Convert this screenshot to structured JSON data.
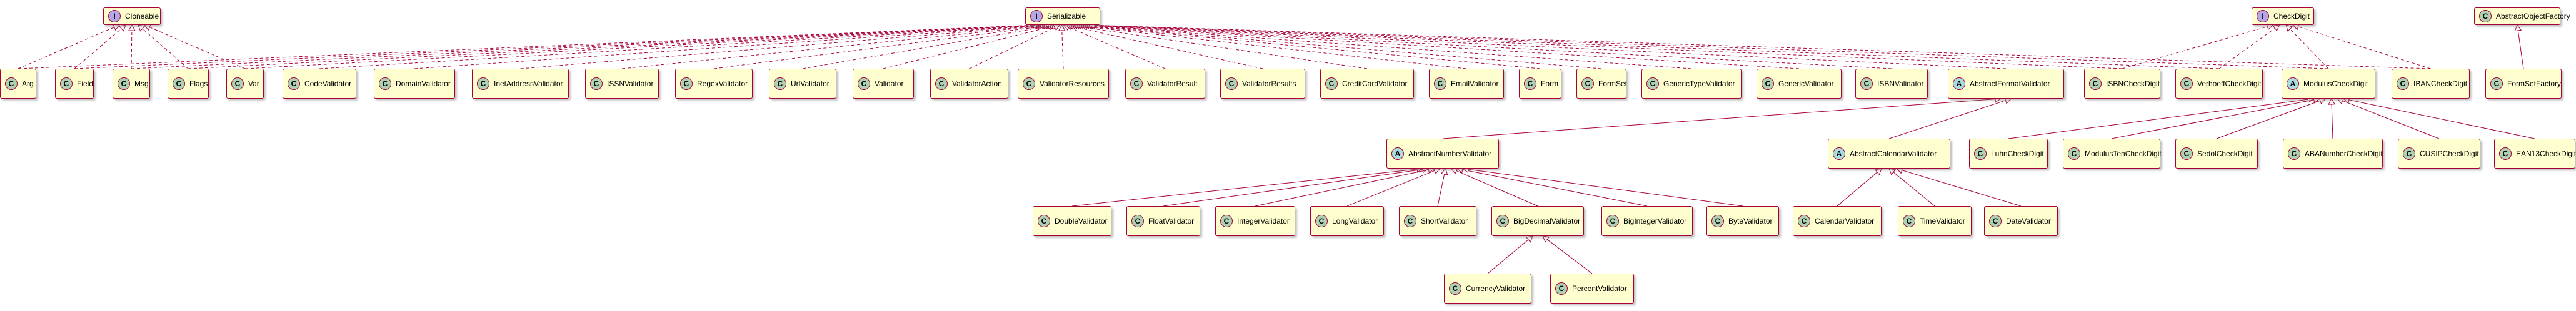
{
  "diagram": {
    "type": "UML class diagram",
    "colors": {
      "node_fill": "#fefece",
      "border": "#a80036",
      "class_badge": "#add1b2",
      "abstract_badge": "#a9dcdf",
      "interface_badge": "#b4a7e5",
      "edge": "#a80036"
    },
    "nodes": [
      {
        "id": "Cloneable",
        "kind": "I",
        "label": "Cloneable"
      },
      {
        "id": "Serializable",
        "kind": "I",
        "label": "Serializable"
      },
      {
        "id": "CheckDigit",
        "kind": "I",
        "label": "CheckDigit"
      },
      {
        "id": "AbstractObjectFactory",
        "kind": "C",
        "label": "AbstractObjectFactory"
      },
      {
        "id": "Arg",
        "kind": "C",
        "label": "Arg"
      },
      {
        "id": "Field",
        "kind": "C",
        "label": "Field"
      },
      {
        "id": "Msg",
        "kind": "C",
        "label": "Msg"
      },
      {
        "id": "Flags",
        "kind": "C",
        "label": "Flags"
      },
      {
        "id": "Var",
        "kind": "C",
        "label": "Var"
      },
      {
        "id": "CodeValidator",
        "kind": "C",
        "label": "CodeValidator"
      },
      {
        "id": "DomainValidator",
        "kind": "C",
        "label": "DomainValidator"
      },
      {
        "id": "InetAddressValidator",
        "kind": "C",
        "label": "InetAddressValidator"
      },
      {
        "id": "ISSNValidator",
        "kind": "C",
        "label": "ISSNValidator"
      },
      {
        "id": "RegexValidator",
        "kind": "C",
        "label": "RegexValidator"
      },
      {
        "id": "UrlValidator",
        "kind": "C",
        "label": "UrlValidator"
      },
      {
        "id": "Validator",
        "kind": "C",
        "label": "Validator"
      },
      {
        "id": "ValidatorAction",
        "kind": "C",
        "label": "ValidatorAction"
      },
      {
        "id": "ValidatorResources",
        "kind": "C",
        "label": "ValidatorResources"
      },
      {
        "id": "ValidatorResult",
        "kind": "C",
        "label": "ValidatorResult"
      },
      {
        "id": "ValidatorResults",
        "kind": "C",
        "label": "ValidatorResults"
      },
      {
        "id": "CreditCardValidator",
        "kind": "C",
        "label": "CreditCardValidator"
      },
      {
        "id": "EmailValidator",
        "kind": "C",
        "label": "EmailValidator"
      },
      {
        "id": "Form",
        "kind": "C",
        "label": "Form"
      },
      {
        "id": "FormSet",
        "kind": "C",
        "label": "FormSet"
      },
      {
        "id": "GenericTypeValidator",
        "kind": "C",
        "label": "GenericTypeValidator"
      },
      {
        "id": "GenericValidator",
        "kind": "C",
        "label": "GenericValidator"
      },
      {
        "id": "ISBNValidator",
        "kind": "C",
        "label": "ISBNValidator"
      },
      {
        "id": "AbstractFormatValidator",
        "kind": "A",
        "label": "AbstractFormatValidator"
      },
      {
        "id": "ISBNCheckDigit",
        "kind": "C",
        "label": "ISBNCheckDigit"
      },
      {
        "id": "VerhoeffCheckDigit",
        "kind": "C",
        "label": "VerhoeffCheckDigit"
      },
      {
        "id": "ModulusCheckDigit",
        "kind": "A",
        "label": "ModulusCheckDigit"
      },
      {
        "id": "IBANCheckDigit",
        "kind": "C",
        "label": "IBANCheckDigit"
      },
      {
        "id": "FormSetFactory",
        "kind": "C",
        "label": "FormSetFactory"
      },
      {
        "id": "AbstractNumberValidator",
        "kind": "A",
        "label": "AbstractNumberValidator"
      },
      {
        "id": "AbstractCalendarValidator",
        "kind": "A",
        "label": "AbstractCalendarValidator"
      },
      {
        "id": "LuhnCheckDigit",
        "kind": "C",
        "label": "LuhnCheckDigit"
      },
      {
        "id": "ModulusTenCheckDigit",
        "kind": "C",
        "label": "ModulusTenCheckDigit"
      },
      {
        "id": "SedolCheckDigit",
        "kind": "C",
        "label": "SedolCheckDigit"
      },
      {
        "id": "ABANumberCheckDigit",
        "kind": "C",
        "label": "ABANumberCheckDigit"
      },
      {
        "id": "CUSIPCheckDigit",
        "kind": "C",
        "label": "CUSIPCheckDigit"
      },
      {
        "id": "EAN13CheckDigit",
        "kind": "C",
        "label": "EAN13CheckDigit"
      },
      {
        "id": "DoubleValidator",
        "kind": "C",
        "label": "DoubleValidator"
      },
      {
        "id": "FloatValidator",
        "kind": "C",
        "label": "FloatValidator"
      },
      {
        "id": "IntegerValidator",
        "kind": "C",
        "label": "IntegerValidator"
      },
      {
        "id": "LongValidator",
        "kind": "C",
        "label": "LongValidator"
      },
      {
        "id": "ShortValidator",
        "kind": "C",
        "label": "ShortValidator"
      },
      {
        "id": "BigDecimalValidator",
        "kind": "C",
        "label": "BigDecimalValidator"
      },
      {
        "id": "BigIntegerValidator",
        "kind": "C",
        "label": "BigIntegerValidator"
      },
      {
        "id": "ByteValidator",
        "kind": "C",
        "label": "ByteValidator"
      },
      {
        "id": "CalendarValidator",
        "kind": "C",
        "label": "CalendarValidator"
      },
      {
        "id": "TimeValidator",
        "kind": "C",
        "label": "TimeValidator"
      },
      {
        "id": "DateValidator",
        "kind": "C",
        "label": "DateValidator"
      },
      {
        "id": "CurrencyValidator",
        "kind": "C",
        "label": "CurrencyValidator"
      },
      {
        "id": "PercentValidator",
        "kind": "C",
        "label": "PercentValidator"
      }
    ],
    "edges": [
      {
        "from": "Arg",
        "to": "Cloneable",
        "style": "implements"
      },
      {
        "from": "Field",
        "to": "Cloneable",
        "style": "implements"
      },
      {
        "from": "Msg",
        "to": "Cloneable",
        "style": "implements"
      },
      {
        "from": "Flags",
        "to": "Cloneable",
        "style": "implements"
      },
      {
        "from": "Var",
        "to": "Cloneable",
        "style": "implements"
      },
      {
        "from": "Arg",
        "to": "Serializable",
        "style": "implements"
      },
      {
        "from": "Field",
        "to": "Serializable",
        "style": "implements"
      },
      {
        "from": "Msg",
        "to": "Serializable",
        "style": "implements"
      },
      {
        "from": "Flags",
        "to": "Serializable",
        "style": "implements"
      },
      {
        "from": "Var",
        "to": "Serializable",
        "style": "implements"
      },
      {
        "from": "CodeValidator",
        "to": "Serializable",
        "style": "implements"
      },
      {
        "from": "DomainValidator",
        "to": "Serializable",
        "style": "implements"
      },
      {
        "from": "InetAddressValidator",
        "to": "Serializable",
        "style": "implements"
      },
      {
        "from": "ISSNValidator",
        "to": "Serializable",
        "style": "implements"
      },
      {
        "from": "RegexValidator",
        "to": "Serializable",
        "style": "implements"
      },
      {
        "from": "UrlValidator",
        "to": "Serializable",
        "style": "implements"
      },
      {
        "from": "Validator",
        "to": "Serializable",
        "style": "implements"
      },
      {
        "from": "ValidatorAction",
        "to": "Serializable",
        "style": "implements"
      },
      {
        "from": "ValidatorResources",
        "to": "Serializable",
        "style": "implements"
      },
      {
        "from": "ValidatorResult",
        "to": "Serializable",
        "style": "implements"
      },
      {
        "from": "ValidatorResults",
        "to": "Serializable",
        "style": "implements"
      },
      {
        "from": "CreditCardValidator",
        "to": "Serializable",
        "style": "implements"
      },
      {
        "from": "EmailValidator",
        "to": "Serializable",
        "style": "implements"
      },
      {
        "from": "Form",
        "to": "Serializable",
        "style": "implements"
      },
      {
        "from": "FormSet",
        "to": "Serializable",
        "style": "implements"
      },
      {
        "from": "GenericTypeValidator",
        "to": "Serializable",
        "style": "implements"
      },
      {
        "from": "GenericValidator",
        "to": "Serializable",
        "style": "implements"
      },
      {
        "from": "ISBNValidator",
        "to": "Serializable",
        "style": "implements"
      },
      {
        "from": "AbstractFormatValidator",
        "to": "Serializable",
        "style": "implements"
      },
      {
        "from": "ISBNCheckDigit",
        "to": "Serializable",
        "style": "implements"
      },
      {
        "from": "VerhoeffCheckDigit",
        "to": "Serializable",
        "style": "implements"
      },
      {
        "from": "ModulusCheckDigit",
        "to": "Serializable",
        "style": "implements"
      },
      {
        "from": "IBANCheckDigit",
        "to": "Serializable",
        "style": "implements"
      },
      {
        "from": "ISBNCheckDigit",
        "to": "CheckDigit",
        "style": "implements"
      },
      {
        "from": "VerhoeffCheckDigit",
        "to": "CheckDigit",
        "style": "implements"
      },
      {
        "from": "ModulusCheckDigit",
        "to": "CheckDigit",
        "style": "implements"
      },
      {
        "from": "IBANCheckDigit",
        "to": "CheckDigit",
        "style": "implements"
      },
      {
        "from": "FormSetFactory",
        "to": "AbstractObjectFactory",
        "style": "extends"
      },
      {
        "from": "AbstractNumberValidator",
        "to": "AbstractFormatValidator",
        "style": "extends"
      },
      {
        "from": "AbstractCalendarValidator",
        "to": "AbstractFormatValidator",
        "style": "extends"
      },
      {
        "from": "LuhnCheckDigit",
        "to": "ModulusCheckDigit",
        "style": "extends"
      },
      {
        "from": "ModulusTenCheckDigit",
        "to": "ModulusCheckDigit",
        "style": "extends"
      },
      {
        "from": "SedolCheckDigit",
        "to": "ModulusCheckDigit",
        "style": "extends"
      },
      {
        "from": "ABANumberCheckDigit",
        "to": "ModulusCheckDigit",
        "style": "extends"
      },
      {
        "from": "CUSIPCheckDigit",
        "to": "ModulusCheckDigit",
        "style": "extends"
      },
      {
        "from": "EAN13CheckDigit",
        "to": "ModulusCheckDigit",
        "style": "extends"
      },
      {
        "from": "DoubleValidator",
        "to": "AbstractNumberValidator",
        "style": "extends"
      },
      {
        "from": "FloatValidator",
        "to": "AbstractNumberValidator",
        "style": "extends"
      },
      {
        "from": "IntegerValidator",
        "to": "AbstractNumberValidator",
        "style": "extends"
      },
      {
        "from": "LongValidator",
        "to": "AbstractNumberValidator",
        "style": "extends"
      },
      {
        "from": "ShortValidator",
        "to": "AbstractNumberValidator",
        "style": "extends"
      },
      {
        "from": "BigDecimalValidator",
        "to": "AbstractNumberValidator",
        "style": "extends"
      },
      {
        "from": "BigIntegerValidator",
        "to": "AbstractNumberValidator",
        "style": "extends"
      },
      {
        "from": "ByteValidator",
        "to": "AbstractNumberValidator",
        "style": "extends"
      },
      {
        "from": "CalendarValidator",
        "to": "AbstractCalendarValidator",
        "style": "extends"
      },
      {
        "from": "TimeValidator",
        "to": "AbstractCalendarValidator",
        "style": "extends"
      },
      {
        "from": "DateValidator",
        "to": "AbstractCalendarValidator",
        "style": "extends"
      },
      {
        "from": "CurrencyValidator",
        "to": "BigDecimalValidator",
        "style": "extends"
      },
      {
        "from": "PercentValidator",
        "to": "BigDecimalValidator",
        "style": "extends"
      }
    ]
  }
}
